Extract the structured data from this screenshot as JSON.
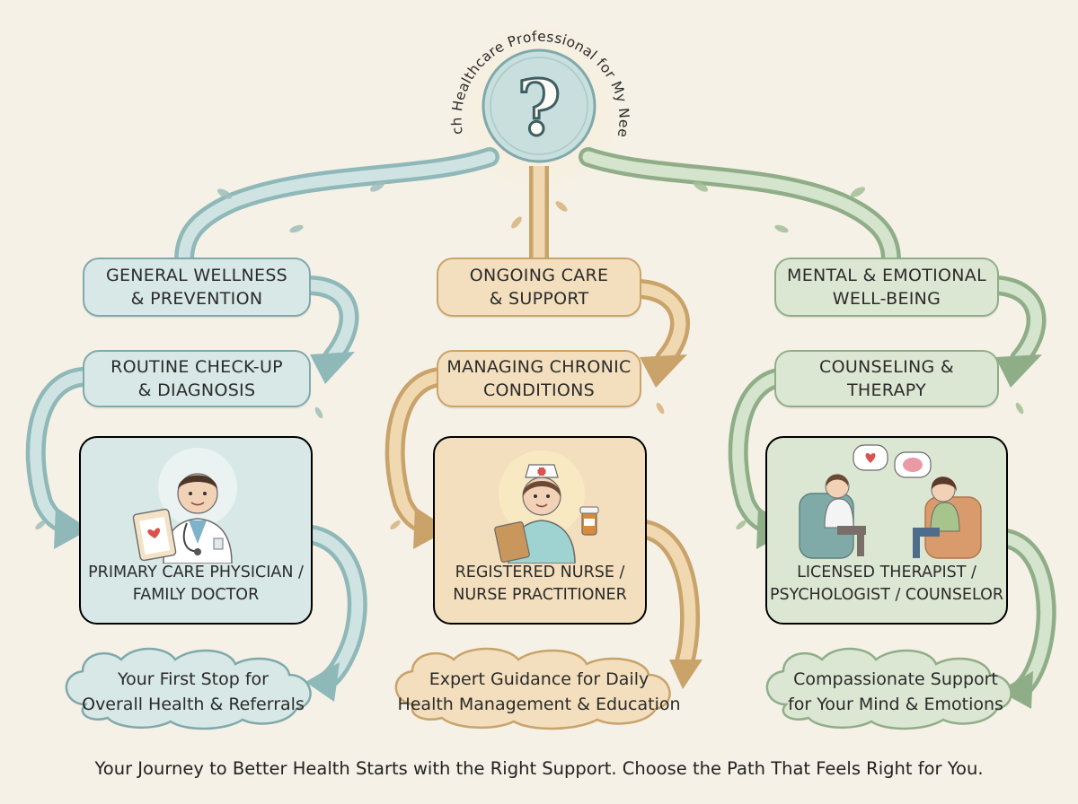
{
  "title": "Which Healthcare Professional for My Needs?",
  "center_icon": "question-mark-icon",
  "colors": {
    "teal": "#7fa9ab",
    "tan": "#d9b27a",
    "sage": "#8fae88",
    "background": "#f6f1e6"
  },
  "paths": [
    {
      "need": "General Wellness\n& Prevention",
      "situation": "Routine Check-Up\n& Diagnosis",
      "professional": "Primary Care Physician /\nFamily Doctor",
      "professional_icon": "doctor-with-clipboard-icon",
      "description": "Your First Stop for\nOverall Health & Referrals"
    },
    {
      "need": "Ongoing Care\n& Support",
      "situation": "Managing Chronic\nConditions",
      "professional": "Registered Nurse /\nNurse Practitioner",
      "professional_icon": "nurse-with-medication-icon",
      "description": "Expert Guidance for Daily\nHealth Management & Education"
    },
    {
      "need": "Mental & Emotional\nWell-Being",
      "situation": "Counseling &\nTherapy",
      "professional": "Licensed Therapist /\nPsychologist / Counselor",
      "professional_icon": "therapy-session-icon",
      "description": "Compassionate Support\nfor Your Mind & Emotions"
    }
  ],
  "footer": "Your Journey to Better Health Starts with the Right Support. Choose the Path That Feels Right for You."
}
